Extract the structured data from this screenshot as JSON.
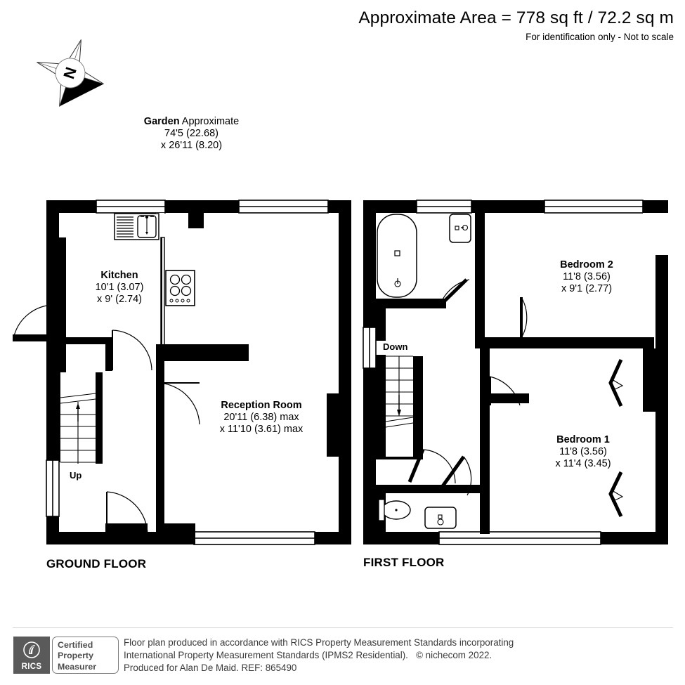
{
  "header": {
    "area_title": "Approximate Area = 778 sq ft / 72.2 sq m",
    "disclaimer": "For identification only - Not to scale"
  },
  "compass": {
    "letter": "N",
    "icon": "compass-rose-north"
  },
  "garden": {
    "name": "Garden",
    "line1": "Approximate",
    "line2": "74'5 (22.68)",
    "line3": "x 26'11 (8.20)"
  },
  "floors": [
    {
      "id": "ground",
      "label": "GROUND FLOOR",
      "rooms": [
        {
          "id": "kitchen",
          "name": "Kitchen",
          "dim1": "10'1 (3.07)",
          "dim2": "x 9' (2.74)"
        },
        {
          "id": "reception-room",
          "name": "Reception Room",
          "dim1": "20'11 (6.38) max",
          "dim2": "x 11'10 (3.61) max"
        }
      ],
      "stairs_label": "Up",
      "fixtures": [
        "sink-with-drainer",
        "cooker-hob"
      ]
    },
    {
      "id": "first",
      "label": "FIRST FLOOR",
      "rooms": [
        {
          "id": "bedroom-2",
          "name": "Bedroom 2",
          "dim1": "11'8 (3.56)",
          "dim2": "x 9'1 (2.77)"
        },
        {
          "id": "bedroom-1",
          "name": "Bedroom 1",
          "dim1": "11'8 (3.56)",
          "dim2": "x 11'4 (3.45)"
        }
      ],
      "stairs_label": "Down",
      "fixtures": [
        "bathtub",
        "wash-basin",
        "toilet",
        "wash-basin-2",
        "wardrobe-recess",
        "wardrobe-recess-2"
      ]
    }
  ],
  "footer": {
    "badge": {
      "brand": "RICS",
      "line1": "Certified",
      "line2": "Property",
      "line3": "Measurer"
    },
    "line1": "Floor plan produced in accordance with RICS Property Measurement Standards incorporating",
    "line2_a": "International Property Measurement Standards (IPMS2 Residential).",
    "line2_copyright": "© nichecom 2022.",
    "line3": "Produced for Alan De Maid.   REF: 865490"
  },
  "colors": {
    "wall": "#000000",
    "background": "#ffffff",
    "fixture_line": "#000000",
    "footer_text": "#3a3a3a",
    "badge_gray": "#5a5a5a"
  }
}
